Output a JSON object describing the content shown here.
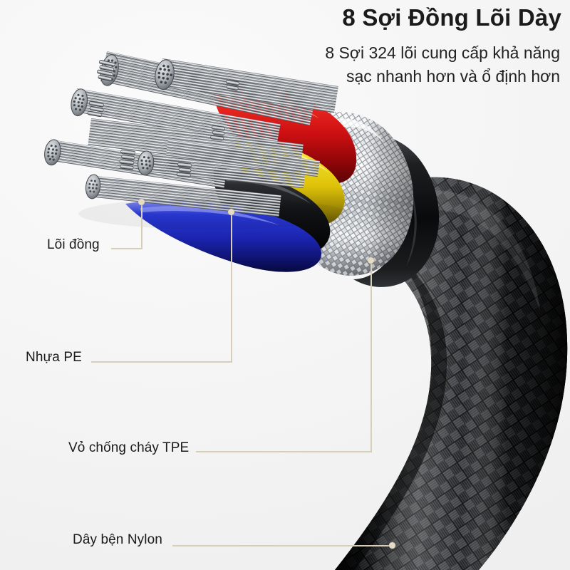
{
  "headline": "8 Sợi Đồng Lõi Dày",
  "subtitle": {
    "line1": "8 Sợi 324 lõi cung cấp khả năng",
    "line2": "sạc nhanh hơn và ổ định hơn"
  },
  "callouts": [
    {
      "label": "Lõi đồng",
      "name": "callout-copper-core"
    },
    {
      "label": "Nhựa PE",
      "name": "callout-pe-plastic"
    },
    {
      "label": "Vỏ chống cháy TPE",
      "name": "callout-tpe-jacket"
    },
    {
      "label": "Dây bện Nylon",
      "name": "callout-nylon-braid"
    }
  ],
  "colors": {
    "background": "#f6f6f6",
    "text_dark": "#1b1b1b",
    "leader_line": "#d8cdb6",
    "leader_dot": "#e4dcc6",
    "wire_red": "#d81e20",
    "wire_yellow": "#e8d21a",
    "wire_black": "#141414",
    "wire_blue": "#1f2fc0",
    "copper_silver": "#b9bcc0",
    "chrome_ring": "#e9ecef",
    "braid_black": "#171717"
  },
  "illustration": {
    "name": "usb-cable-cutaway",
    "parts": [
      "copper-strand-bundles",
      "red-insulated-wire",
      "yellow-insulated-wire",
      "black-insulated-wire",
      "blue-insulated-wire",
      "knurled-chrome-shield",
      "black-nylon-braid-sleeve"
    ]
  }
}
